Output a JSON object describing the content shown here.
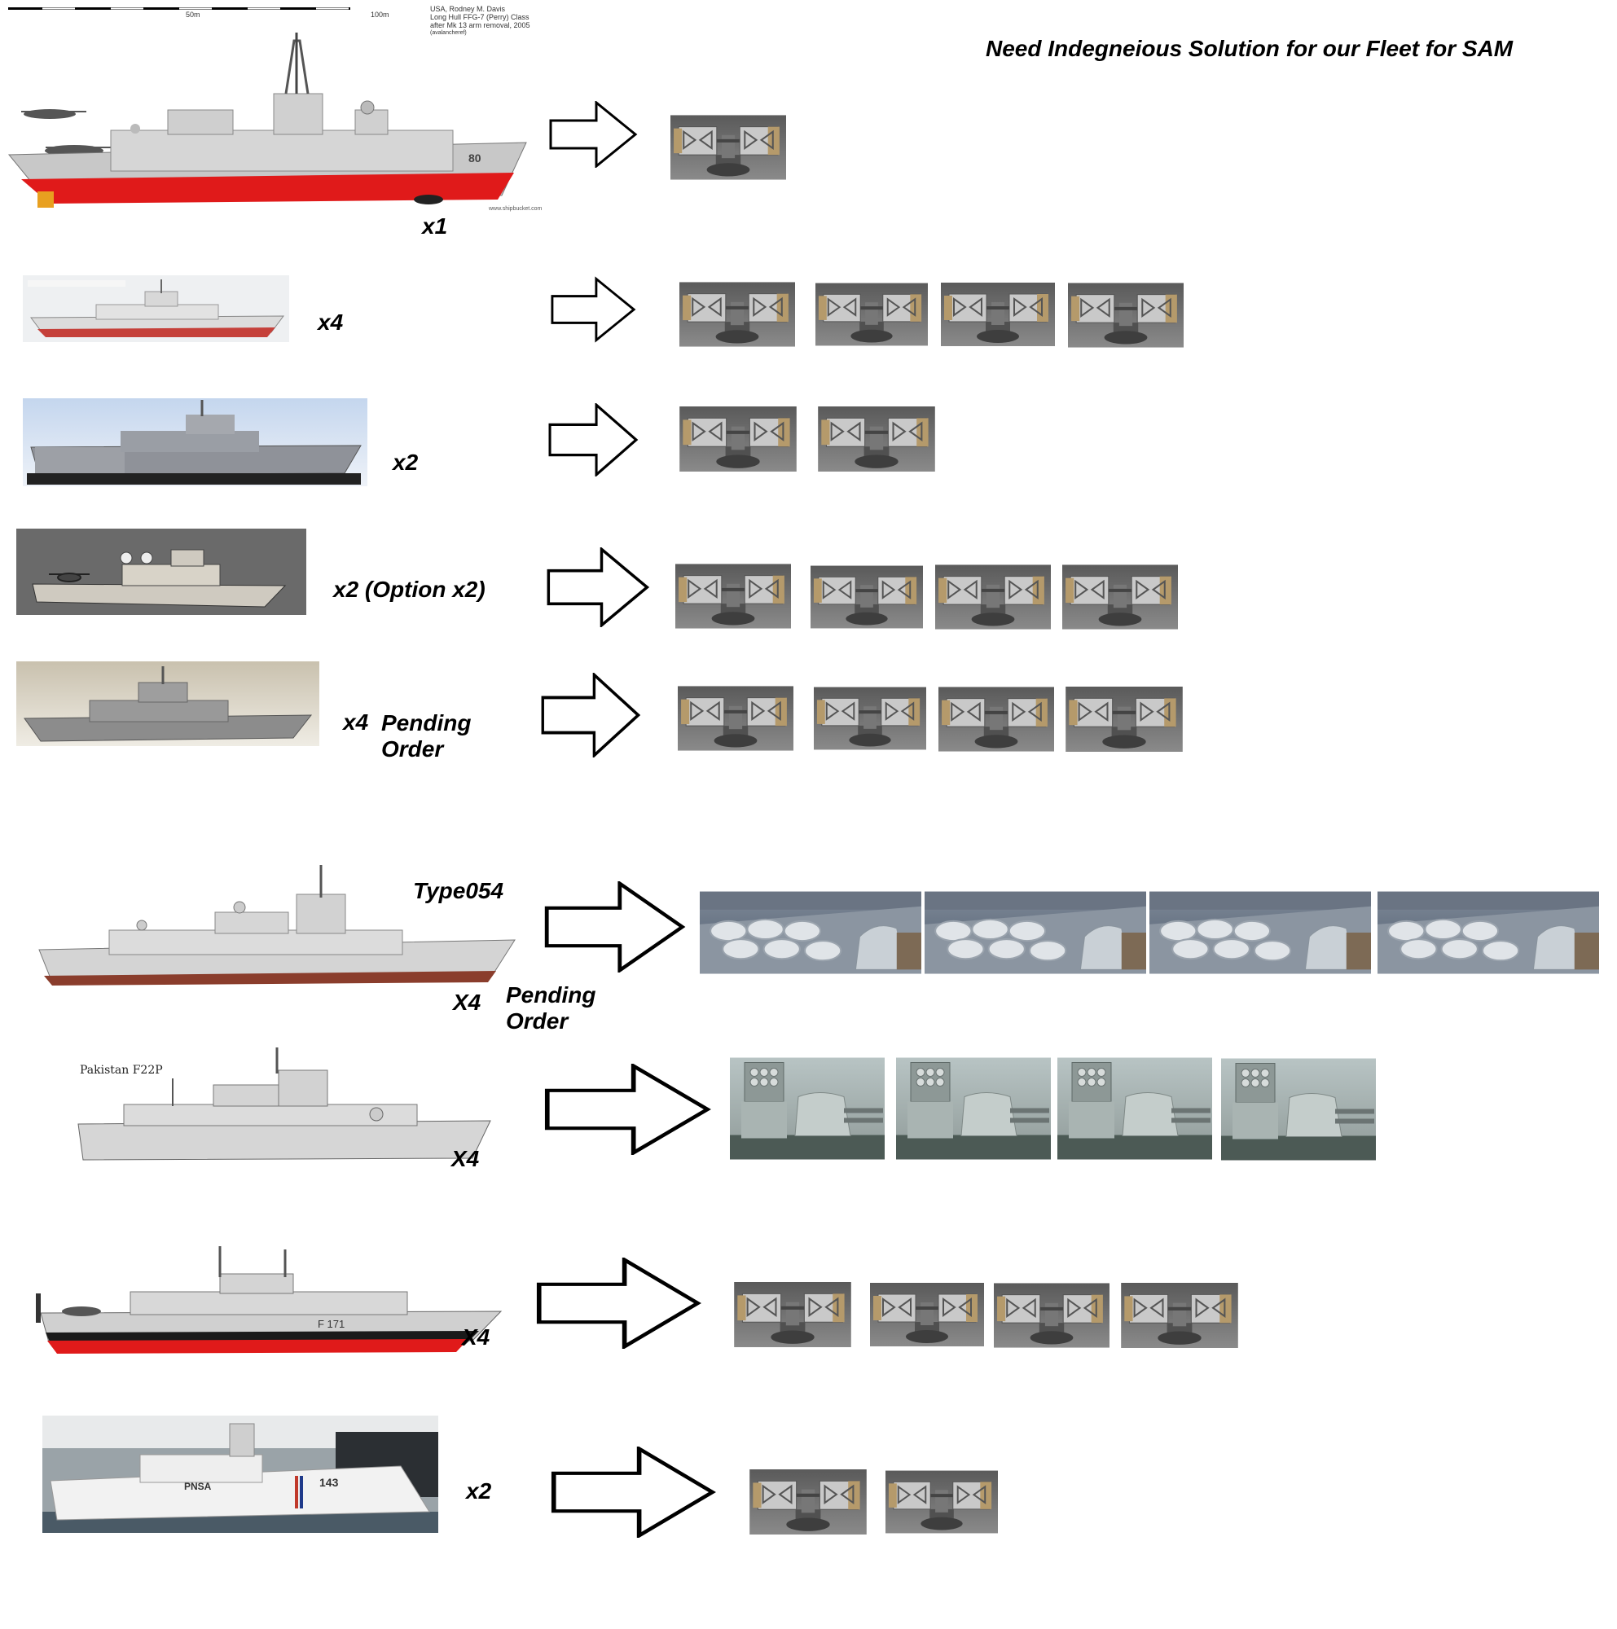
{
  "title": "Need Indegneious Solution for our Fleet for SAM",
  "drawing_caption": {
    "line1": "USA, Rodney M. Davis",
    "line2": "Long Hull FFG-7 (Perry) Class",
    "line3": "after Mk 13 arm removal, 2005",
    "line4": "(avalancheref)",
    "scale_50": "50m",
    "scale_100": "100m",
    "watermark": "www.shipbucket.com",
    "hull_number": "80"
  },
  "rows": [
    {
      "quantity": "x1",
      "launcher_type": "box-launcher",
      "launcher_count": 1
    },
    {
      "quantity": "x4",
      "launcher_type": "box-launcher",
      "launcher_count": 4
    },
    {
      "quantity": "x2",
      "launcher_type": "box-launcher",
      "launcher_count": 2
    },
    {
      "quantity": "x2 (Option x2)",
      "launcher_type": "box-launcher",
      "launcher_count": 4
    },
    {
      "quantity": "x4",
      "note_line1": "Pending",
      "note_line2": "Order",
      "launcher_type": "box-launcher",
      "launcher_count": 4
    },
    {
      "ship_label": "Type054",
      "quantity": "X4",
      "note_line1": "Pending",
      "note_line2": "Order",
      "launcher_type": "vertical-cells",
      "launcher_count": 4
    },
    {
      "ship_label": "Pakistan F22P",
      "quantity": "X4",
      "launcher_type": "turret-launcher",
      "launcher_count": 4
    },
    {
      "quantity": "X4",
      "hull_number": "F 171",
      "launcher_type": "box-launcher",
      "launcher_count": 4
    },
    {
      "quantity": "x2",
      "hull_name": "PNSA",
      "hull_number": "143",
      "launcher_type": "box-launcher",
      "launcher_count": 2
    }
  ],
  "colors": {
    "hull_red": "#e01a1a",
    "hull_grey": "#c8c8c8",
    "launcher_bg": "#6e6e6e",
    "box_tan": "#b59a6b"
  }
}
